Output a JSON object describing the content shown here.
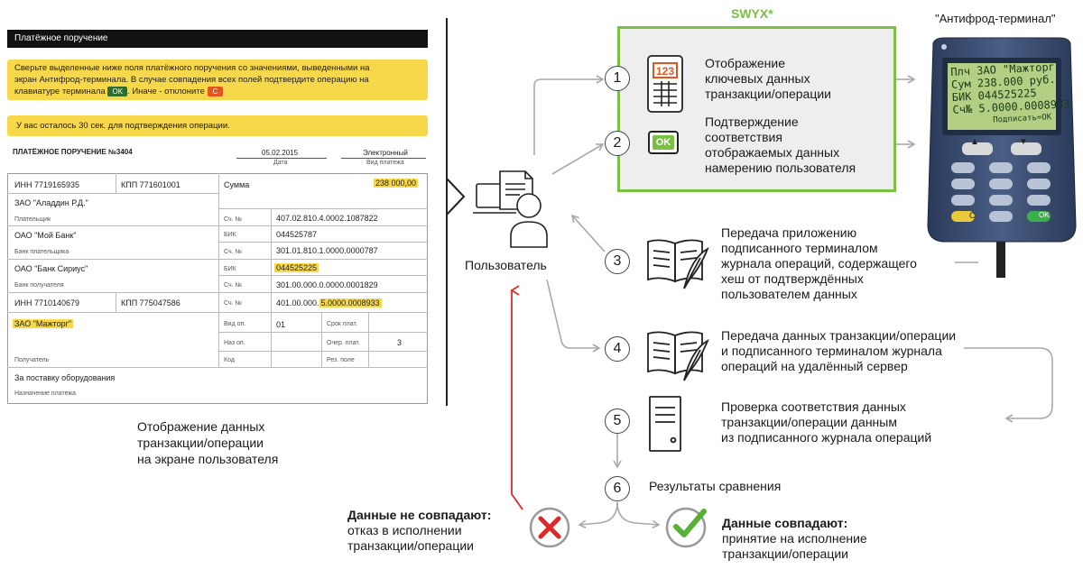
{
  "payment_order": {
    "header": "Платёжное поручение",
    "notice_line1": "Сверьте выделенные ниже поля платёжного поручения со значениями, выведенными на",
    "notice_line2": "экран Антифрод-терминала. В случае совпадения всех полей подтвердите операцию на",
    "notice_line3_a": "клавиатуре терминала",
    "ok_chip": "OK",
    "notice_line3_b": ". Иначе - отклоните",
    "c_chip": "C",
    "timer": "У вас осталось 30 сек. для подтверждения операции.",
    "title": "ПЛАТЁЖНОЕ ПОРУЧЕНИЕ №3404",
    "date_value": "05.02.2015",
    "date_label": "Дата",
    "type_value": "Электронный",
    "type_label": "Вид платежа",
    "payer_inn": "ИНН 7719165935",
    "payer_kpp": "КПП 771601001",
    "sum_label": "Сумма",
    "sum_value": "238 000,00",
    "payer_name": "ЗАО \"Аладдин Р.Д.\"",
    "payer_label": "Плательщик",
    "acc_label": "Сч. №",
    "payer_acc": "407.02.810.4.0002.1087822",
    "payer_bank": "ОАО \"Мой Банк\"",
    "bik_label": "БИК",
    "payer_bik": "044525787",
    "payer_bank_label": "Банк плательщика",
    "payer_bank_acc": "301.01.810.1.0000.0000787",
    "rcpt_bank": "ОАО \"Банк Сириус\"",
    "rcpt_bik": "044525225",
    "rcpt_bank_label": "Банк получателя",
    "rcpt_bank_acc": "301.00.000.0.0000.0001829",
    "rcpt_inn": "ИНН 7710140679",
    "rcpt_kpp": "КПП 775047586",
    "rcpt_acc_a": "401.00.000.",
    "rcpt_acc_b": "5.0000.0008933",
    "rcpt_name": "ЗАО \"Мажторг\"",
    "vid_op_label": "Вид оп.",
    "vid_op_value": "01",
    "srok_label": "Срок плат.",
    "naz_op_label": "Наз оп.",
    "ocher_label": "Очер. плат.",
    "ocher_value": "3",
    "kod_label": "Код",
    "rez_label": "Рез. поле",
    "rcpt_label": "Получатель",
    "purpose": "За поставку оборудования",
    "purpose_label": "Назначение платежа"
  },
  "caption_left": [
    "Отображение данных",
    "транзакции/операции",
    "на экране пользователя"
  ],
  "user_label": "Пользователь",
  "swyx_label": "SWYX*",
  "terminal_label": "\"Антифрод-терминал\"",
  "terminal_screen": [
    "Плч ЗАО \"Мажторг\"",
    "Сум 238.000 руб.",
    "БИК 044525225",
    "Сч№ 5.0000.0008933",
    "Подписать=OK"
  ],
  "terminal_keys": {
    "up": "▲",
    "down": "▼",
    "c": "C",
    "ok": "OK"
  },
  "steps": [
    {
      "n": "1",
      "lines": [
        "Отображение",
        "ключевых данных",
        "транзакции/операции"
      ]
    },
    {
      "n": "2",
      "icon_text": "OK",
      "lines": [
        "Подтверждение",
        "соответствия",
        "отображаемых данных",
        "намерению пользователя"
      ]
    },
    {
      "n": "3",
      "lines": [
        "Передача приложению",
        "подписанного терминалом",
        "журнала операций, содержащего",
        "хеш от подтверждённых",
        "пользователем данных"
      ]
    },
    {
      "n": "4",
      "lines": [
        "Передача данных транзакции/операции",
        "и подписанного терминалом журнала",
        "операций на удалённый сервер"
      ]
    },
    {
      "n": "5",
      "lines": [
        "Проверка соответствия данных",
        "транзакции/операции данным",
        "из подписанного журнала операций"
      ]
    },
    {
      "n": "6",
      "lines": [
        "Результаты сравнения"
      ]
    }
  ],
  "screen_digits": "123",
  "result_fail": {
    "title": "Данные не совпадают:",
    "lines": [
      "отказ в исполнении",
      "транзакции/операции"
    ]
  },
  "result_ok": {
    "title": "Данные совпадают:",
    "lines": [
      "принятие на исполнение",
      "транзакции/операции"
    ]
  },
  "colors": {
    "accent_green": "#7ac143",
    "highlight_yellow": "#f6d84a",
    "error_red": "#e02828",
    "arrow_gray": "#a9a9a9"
  }
}
